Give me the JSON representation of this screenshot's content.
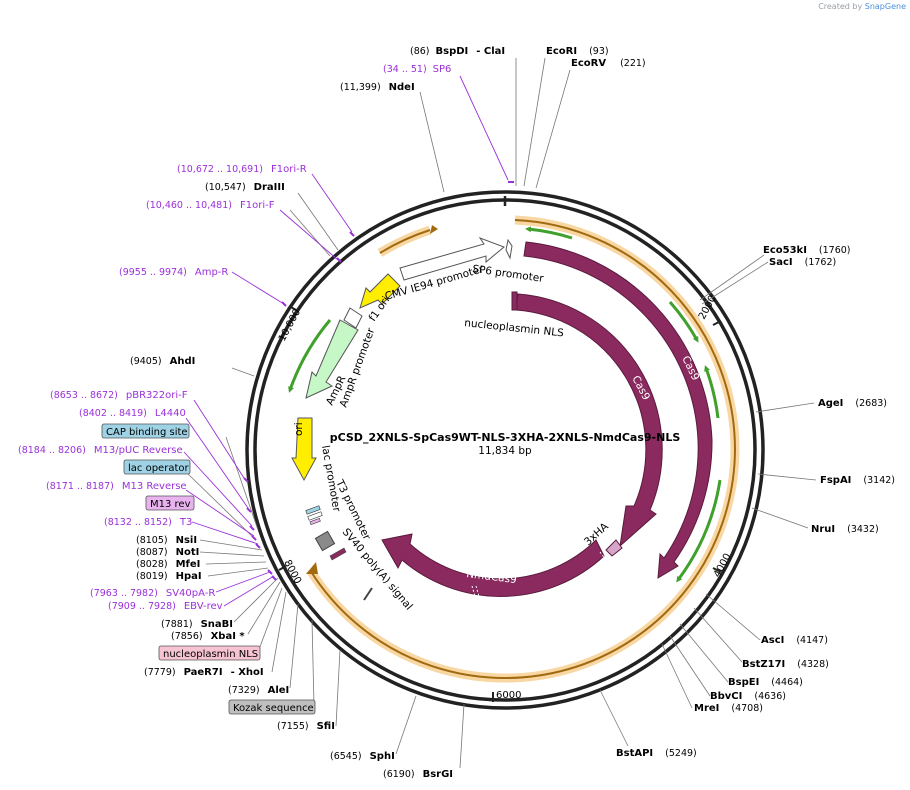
{
  "credit": {
    "created_by": "Created by",
    "brand": "SnapGene"
  },
  "plasmid": {
    "name": "pCSD_2XNLS-SpCas9WT-NLS-3XHA-2XNLS-NmdCas9-NLS",
    "size": "11,834 bp"
  },
  "ticks": [
    "2000",
    "4000",
    "6000",
    "8000",
    "10,000"
  ],
  "features": {
    "sp6_promoter": "SP6 promoter",
    "cmv_promoter": "CMV IE94 promoter",
    "nucleoplasmin_nls": "nucleoplasmin NLS",
    "cas9_inner": "Cas9",
    "cas9_outer": "Cas9",
    "three_xha": "3xHA",
    "nmdcas9": "NmdCas9",
    "f1_ori": "f1 ori",
    "ampr": "AmpR",
    "ampr_promoter": "AmpR promoter",
    "ori": "ori",
    "lac_promoter": "lac promoter",
    "t3_promoter": "T3 promoter",
    "sv40_polya": "SV40 poly(A) signal"
  },
  "sites": [
    {
      "pos": "(86)",
      "name": "BspDI",
      "suffix": "- ClaI"
    },
    {
      "pos": "(93)",
      "name": "EcoRI"
    },
    {
      "pos": "(221)",
      "name": "EcoRV"
    },
    {
      "pos": "(34 .. 51)",
      "name": "SP6",
      "primer": true
    },
    {
      "pos": "(11,399)",
      "name": "NdeI"
    },
    {
      "pos": "(10,672 .. 10,691)",
      "name": "F1ori-R",
      "primer": true
    },
    {
      "pos": "(10,547)",
      "name": "DraIII"
    },
    {
      "pos": "(10,460 .. 10,481)",
      "name": "F1ori-F",
      "primer": true
    },
    {
      "pos": "(9955 .. 9974)",
      "name": "Amp-R",
      "primer": true
    },
    {
      "pos": "(9405)",
      "name": "AhdI"
    },
    {
      "pos": "(8653 .. 8672)",
      "name": "pBR322ori-F",
      "primer": true
    },
    {
      "pos": "(8402 .. 8419)",
      "name": "L4440",
      "primer": true
    },
    {
      "pos": "(8184 .. 8206)",
      "name": "M13/pUC Reverse",
      "primer": true
    },
    {
      "pos": "(8171 .. 8187)",
      "name": "M13 Reverse",
      "primer": true
    },
    {
      "pos": "(8132 .. 8152)",
      "name": "T3",
      "primer": true
    },
    {
      "pos": "(8105)",
      "name": "NsiI"
    },
    {
      "pos": "(8087)",
      "name": "NotI"
    },
    {
      "pos": "(8028)",
      "name": "MfeI"
    },
    {
      "pos": "(8019)",
      "name": "HpaI"
    },
    {
      "pos": "(7963 .. 7982)",
      "name": "SV40pA-R",
      "primer": true
    },
    {
      "pos": "(7909 .. 7928)",
      "name": "EBV-rev",
      "primer": true
    },
    {
      "pos": "(7881)",
      "name": "SnaBI"
    },
    {
      "pos": "(7856)",
      "name": "XbaI *"
    },
    {
      "pos": "(7779)",
      "name": "PaeR7I",
      "suffix": "- XhoI"
    },
    {
      "pos": "(7329)",
      "name": "AleI"
    },
    {
      "pos": "(7155)",
      "name": "SfiI"
    },
    {
      "pos": "(6545)",
      "name": "SphI"
    },
    {
      "pos": "(6190)",
      "name": "BsrGI"
    },
    {
      "pos": "(1760)",
      "name": "Eco53kI"
    },
    {
      "pos": "(1762)",
      "name": "SacI"
    },
    {
      "pos": "(2683)",
      "name": "AgeI"
    },
    {
      "pos": "(3142)",
      "name": "FspAI"
    },
    {
      "pos": "(3432)",
      "name": "NruI"
    },
    {
      "pos": "(4147)",
      "name": "AscI"
    },
    {
      "pos": "(4328)",
      "name": "BstZ17I"
    },
    {
      "pos": "(4464)",
      "name": "BspEI"
    },
    {
      "pos": "(4636)",
      "name": "BbvCI"
    },
    {
      "pos": "(4708)",
      "name": "MreI"
    },
    {
      "pos": "(5249)",
      "name": "BstAPI"
    }
  ],
  "badges": {
    "cap": "CAP binding site",
    "lac": "lac operator",
    "m13rev": "M13 rev",
    "nls": "nucleoplasmin NLS",
    "kozak": "Kozak sequence"
  },
  "colors": {
    "cas9": "#8b2a5f",
    "orange_feature": "#f4a64a",
    "green_arrow": "#3fa02c",
    "ori_yellow": "#ffee00",
    "ampr_green": "#c6f7c6",
    "primer_purple": "#9b30d9",
    "cap_blue": "#9fd2e4",
    "m13_pink": "#e9b3ef",
    "nls_pink": "#f5c3d1",
    "kozak_gray": "#bfbfbf"
  }
}
